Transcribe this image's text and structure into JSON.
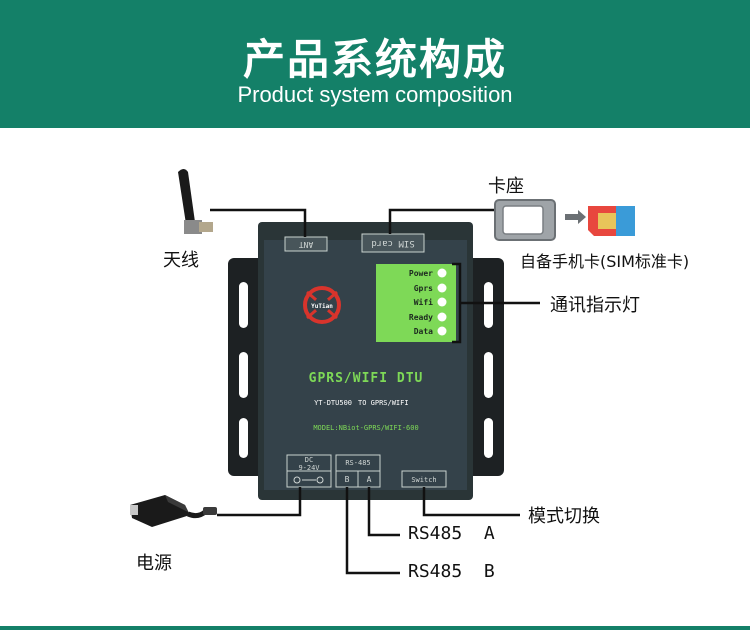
{
  "header": {
    "title_cn": "产品系统构成",
    "title_en": "Product system composition",
    "bg_color": "#148068"
  },
  "device": {
    "ports": {
      "antenna_port": "ANT",
      "sim_port": "SIM card"
    },
    "leds": [
      "Power",
      "Gprs",
      "Wifi",
      "Ready",
      "Data"
    ],
    "logo_text": "YuTian",
    "name": "GPRS/WIFI DTU",
    "subline_left": "YT-DTU500",
    "subline_right": "TO GPRS/WIFI",
    "model": "MODEL:NBiot-GPRS/WIFI-600",
    "dc_label": "DC",
    "dc_voltage": "9-24V",
    "rs485_label": "RS-485",
    "terminal_b": "B",
    "terminal_a": "A",
    "switch_label": "Switch",
    "body_color": "#2e3b3e",
    "panel_color": "#7ed957"
  },
  "callouts": {
    "antenna": "天线",
    "card_slot": "卡座",
    "sim_card": "自备手机卡(SIM标准卡)",
    "indicator_lights": "通讯指示灯",
    "mode_switch": "模式切换",
    "power_supply": "电源",
    "rs485_a": "RS485  A",
    "rs485_b": "RS485  B"
  }
}
